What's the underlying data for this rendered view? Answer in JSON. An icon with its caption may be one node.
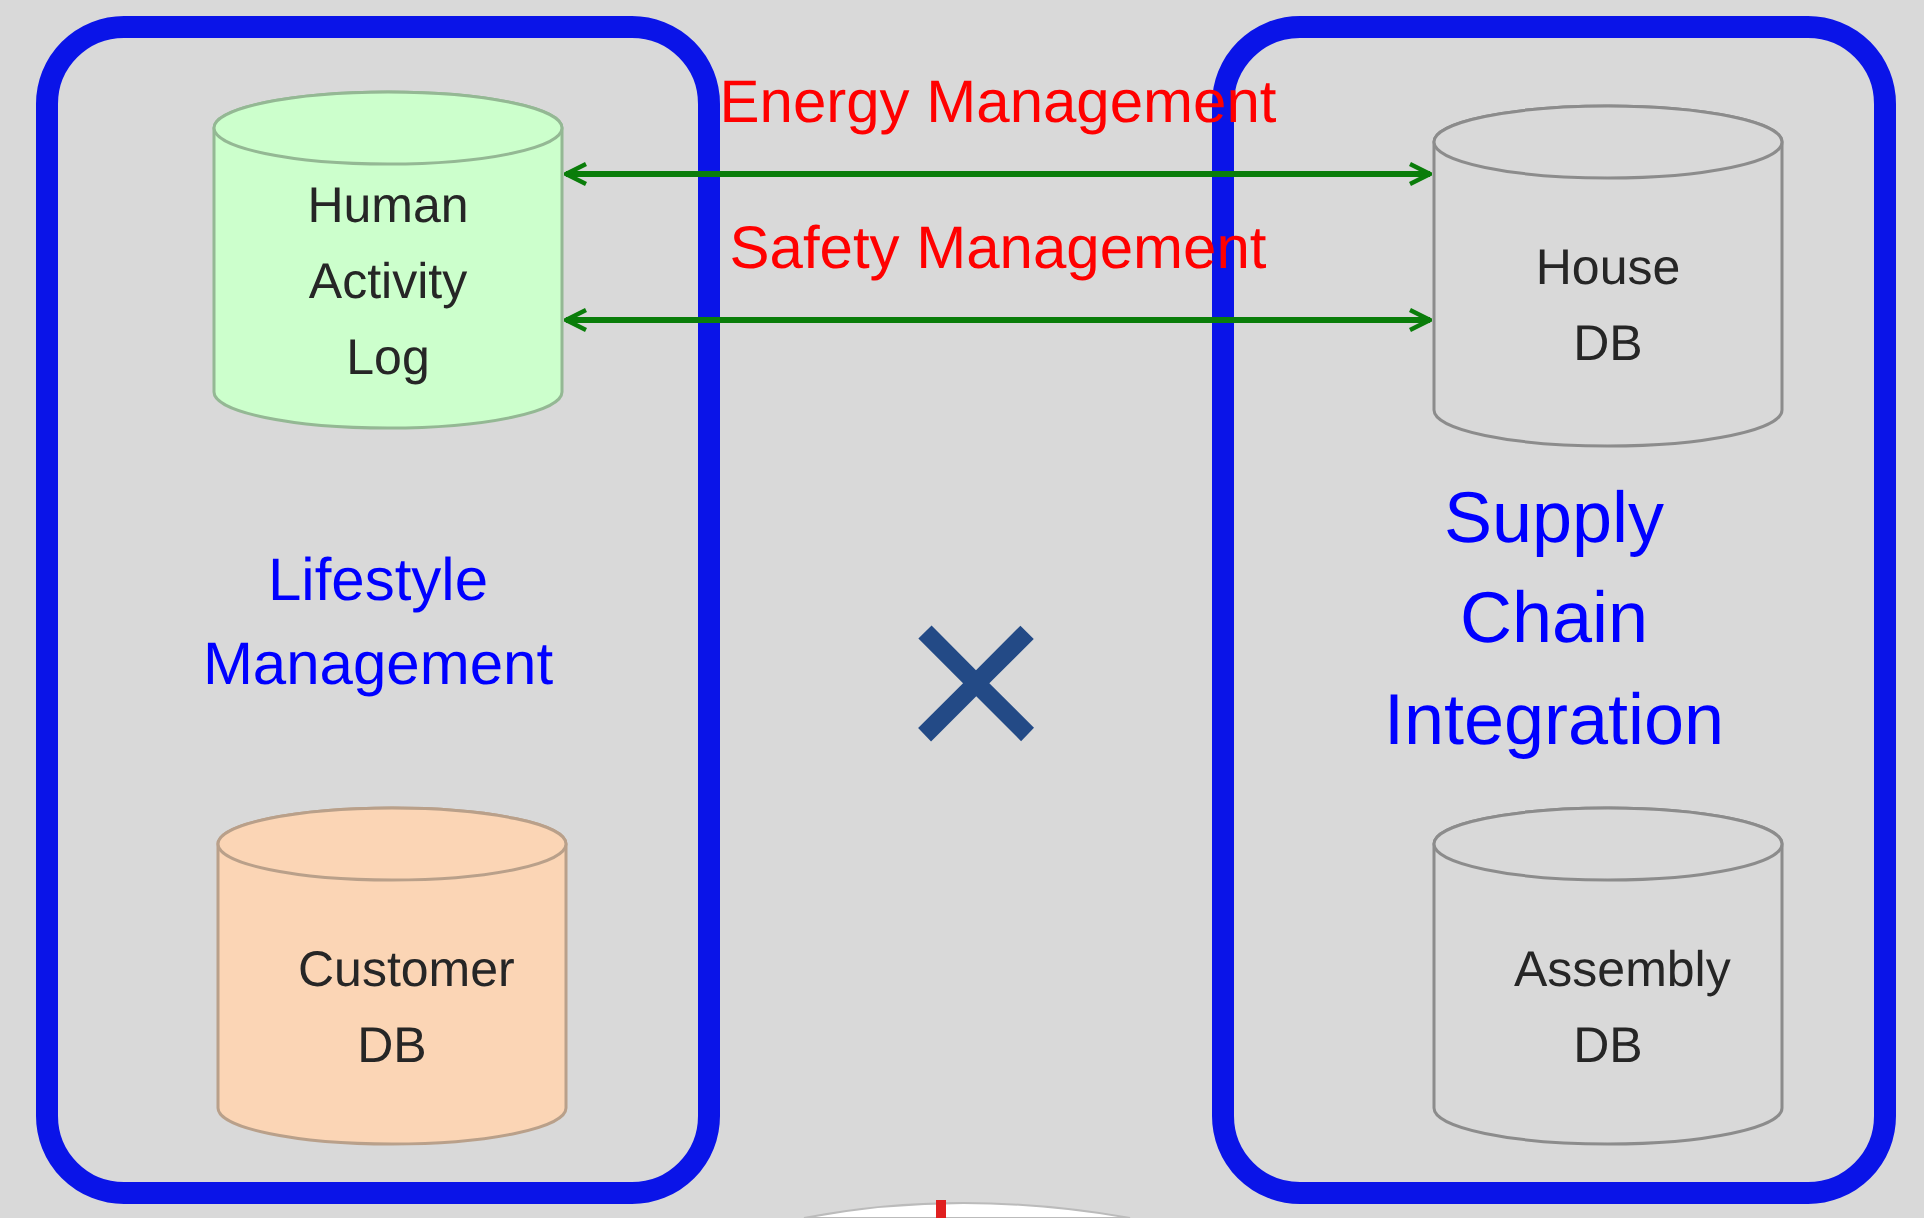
{
  "diagram": {
    "nodes": [
      {
        "text": [
          "Lifestyle Management"
        ]
      },
      {
        "text": [
          "Human Activity Log"
        ],
        "in": 0
      },
      {
        "text": [
          "Customer DB"
        ],
        "in": 0
      },
      {
        "text": [
          "Supply Chain Integration"
        ]
      },
      {
        "text": [
          "House DB"
        ],
        "in": 3
      },
      {
        "text": [
          "Assembly DB"
        ],
        "in": 3
      }
    ],
    "edges": [
      {
        "from": 1,
        "to": 4,
        "arrow": "both",
        "label": "Energy Management"
      },
      {
        "from": 1,
        "to": 4,
        "arrow": "both",
        "label": "Safety Management"
      }
    ],
    "labels": [
      "×"
    ]
  }
}
